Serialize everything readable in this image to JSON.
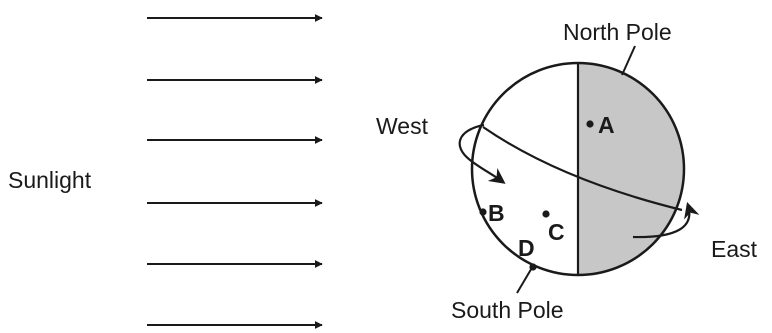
{
  "labels": {
    "sunlight": "Sunlight",
    "north_pole": "North Pole",
    "south_pole": "South Pole",
    "west": "West",
    "east": "East"
  },
  "points": {
    "a": "A",
    "b": "B",
    "c": "C",
    "d": "D"
  },
  "colors": {
    "ink": "#1a1a1a",
    "night_side": "#c7c7c7",
    "day_side": "#ffffff"
  }
}
